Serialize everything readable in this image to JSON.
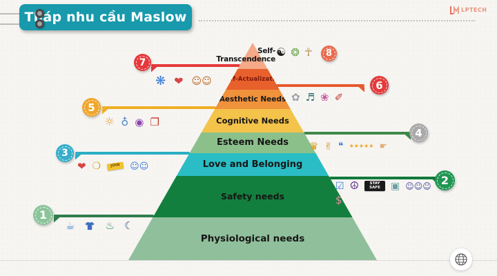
{
  "title": {
    "banner": "Tháp nhu cầu Maslow",
    "banner_bg": "#1899AC"
  },
  "logo": {
    "text": "LPTECH",
    "color": "#E8603C"
  },
  "decor": {
    "globe_icon": "globe",
    "pin_icon": "pin",
    "ground_line": true,
    "dotted_line": true
  },
  "pyramid": {
    "levels": [
      {
        "number": "8",
        "label": "Self- Transcendence",
        "band_color": "#F5A987",
        "badge_color": "#E96A4C",
        "arrow_color": null,
        "side": "right",
        "icons": [
          {
            "name": "yin-yang",
            "type": "glyph",
            "glyph": "☯",
            "color": "#1d1d1d",
            "size": 16
          },
          {
            "name": "spiritual-art",
            "type": "glyph",
            "glyph": "❂",
            "color": "#6aa84f",
            "size": 15
          },
          {
            "name": "sage",
            "type": "glyph",
            "glyph": "☥",
            "color": "#b4884a",
            "size": 16
          }
        ]
      },
      {
        "number": "7",
        "label": "Self-Actualization",
        "band_color": "#E8602C",
        "badge_color": "#E5383B",
        "arrow_color": "#E5383B",
        "side": "left",
        "icons": [
          {
            "name": "creativity-pinwheel",
            "type": "glyph",
            "glyph": "❋",
            "color": "#3a7bd5",
            "size": 18
          },
          {
            "name": "runner-hearts",
            "type": "glyph",
            "glyph": "❤",
            "color": "#d64545",
            "size": 16
          },
          {
            "name": "family",
            "type": "glyph",
            "glyph": "☺☺",
            "color": "#b5651d",
            "size": 14
          }
        ]
      },
      {
        "number": "6",
        "label": "Aesthetic Needs",
        "band_color": "#F0913B",
        "badge_color": "#E23B3B",
        "arrow_color": "#E75A2E",
        "side": "right",
        "icons": [
          {
            "name": "flower-sketch",
            "type": "glyph",
            "glyph": "✿",
            "color": "#9aa0a6",
            "size": 15
          },
          {
            "name": "music-box",
            "type": "glyph",
            "glyph": "♬",
            "color": "#2d6a6a",
            "size": 15
          },
          {
            "name": "flowers",
            "type": "glyph",
            "glyph": "❀",
            "color": "#c85a9e",
            "size": 15
          },
          {
            "name": "paint-bottles",
            "type": "glyph",
            "glyph": "✐",
            "color": "#c0392b",
            "size": 15
          }
        ]
      },
      {
        "number": "5",
        "label": "Cognitive Needs",
        "band_color": "#F3C34A",
        "badge_color": "#F0A62B",
        "arrow_color": "#EFAF26",
        "side": "left",
        "icons": [
          {
            "name": "lightbulb-gears",
            "type": "glyph",
            "glyph": "☼",
            "color": "#e8a33d",
            "size": 17
          },
          {
            "name": "graduation-globe",
            "type": "glyph",
            "glyph": "♁",
            "color": "#4a86c8",
            "size": 15
          },
          {
            "name": "knowledge-globe",
            "type": "glyph",
            "glyph": "◉",
            "color": "#8e44ad",
            "size": 15
          },
          {
            "name": "books",
            "type": "glyph",
            "glyph": "❐",
            "color": "#c0392b",
            "size": 15
          }
        ]
      },
      {
        "number": "4",
        "label": "Esteem Needs",
        "band_color": "#8CC08B",
        "badge_color": "#A9A9A9",
        "arrow_color": "#3E8948",
        "side": "right",
        "icons": [
          {
            "name": "medal",
            "type": "glyph",
            "glyph": "♛",
            "color": "#d4a017",
            "size": 15
          },
          {
            "name": "winner-podium",
            "type": "glyph",
            "glyph": "✌",
            "color": "#d98e32",
            "size": 15
          },
          {
            "name": "feedback-search",
            "type": "glyph",
            "glyph": "❝",
            "color": "#3a7bd5",
            "size": 14
          },
          {
            "name": "rating-stars",
            "type": "glyph",
            "glyph": "★★★★★",
            "color": "#F0A62B",
            "size": 8
          },
          {
            "name": "pointing-hand",
            "type": "glyph",
            "glyph": "☛",
            "color": "#e3b07f",
            "size": 13
          }
        ]
      },
      {
        "number": "3",
        "label": "Love and Belonging",
        "band_color": "#2ABDC5",
        "badge_color": "#35AECB",
        "arrow_color": "#2BAEC4",
        "side": "left",
        "icons": [
          {
            "name": "heart",
            "type": "glyph",
            "glyph": "❤",
            "color": "#d64545",
            "size": 15
          },
          {
            "name": "ring",
            "type": "glyph",
            "glyph": "❍",
            "color": "#d4a017",
            "size": 14
          },
          {
            "name": "join-tag",
            "type": "chip",
            "text": "JOIN",
            "bg": "#F2C230",
            "fg": "#6b4e00",
            "w": 18
          },
          {
            "name": "community",
            "type": "glyph",
            "glyph": "☺☺",
            "color": "#3a7bd5",
            "size": 13
          }
        ]
      },
      {
        "number": "2",
        "label": "Safety needs",
        "band_color": "#137F3E",
        "badge_color": "#219653",
        "arrow_color": "#11793B",
        "side": "right",
        "icons": [
          {
            "name": "shield-check",
            "type": "glyph",
            "glyph": "☑",
            "color": "#3a7bd5",
            "size": 14
          },
          {
            "name": "peace-sign",
            "type": "glyph",
            "glyph": "☮",
            "color": "#5b2d8e",
            "size": 15
          },
          {
            "name": "stay-safe-badge",
            "type": "chip",
            "text": "STAY SAFE",
            "bg": "#1b1b1b",
            "fg": "#ffffff",
            "w": 24
          },
          {
            "name": "safe-vault",
            "type": "glyph",
            "glyph": "▣",
            "color": "#6aa0a0",
            "size": 14
          },
          {
            "name": "people",
            "type": "glyph",
            "glyph": "☺☺☺",
            "color": "#44449a",
            "size": 12
          },
          {
            "name": "piggy-bank",
            "type": "glyph",
            "glyph": "$",
            "color": "#e78fa0",
            "size": 15
          }
        ]
      },
      {
        "number": "1",
        "label": "Physiological needs",
        "band_color": "#90BF9C",
        "badge_color": "#8BC49A",
        "arrow_color": "#2F7D4C",
        "side": "left",
        "icons": [
          {
            "name": "water",
            "type": "glyph",
            "glyph": "☕",
            "color": "#4a86c8",
            "size": 15
          },
          {
            "name": "clothes",
            "type": "shirt",
            "color": "#3f6fbf"
          },
          {
            "name": "food-basket",
            "type": "glyph",
            "glyph": "♨",
            "color": "#2d8a4e",
            "size": 15
          },
          {
            "name": "sleep",
            "type": "glyph",
            "glyph": "☾",
            "color": "#355e8d",
            "size": 15
          }
        ]
      }
    ]
  }
}
